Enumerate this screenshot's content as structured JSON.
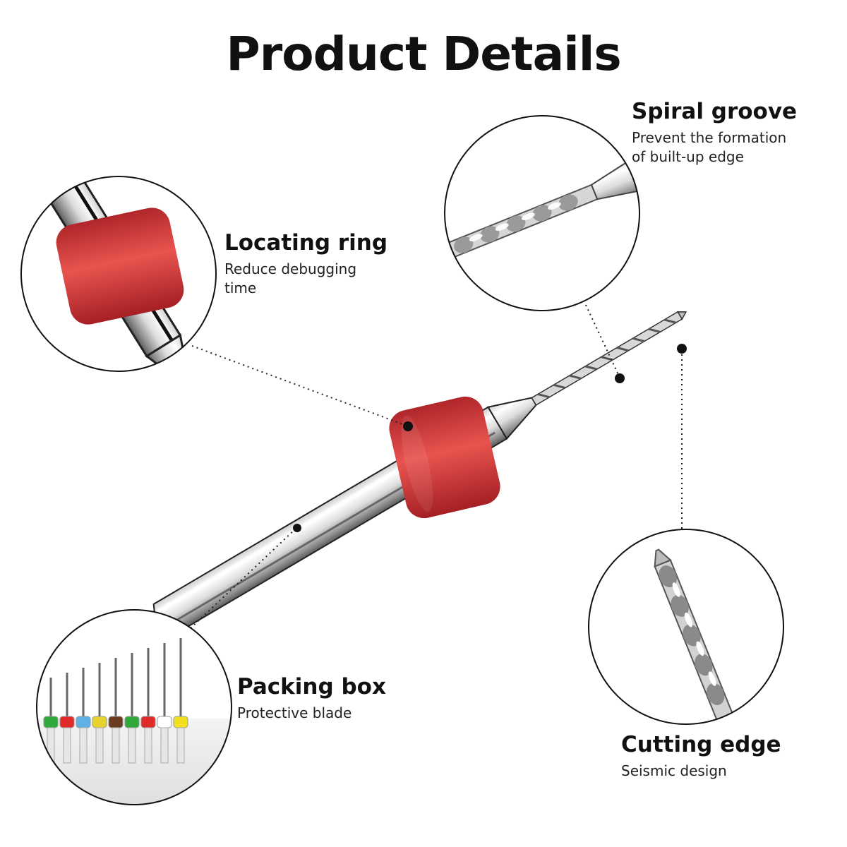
{
  "title": "Product Details",
  "features": [
    {
      "name": "Locating ring",
      "description_lines": [
        "Reduce debugging",
        "time"
      ]
    },
    {
      "name": "Spiral groove",
      "description_lines": [
        "Prevent the formation",
        "of built-up edge"
      ]
    },
    {
      "name": "Packing box",
      "description_lines": [
        "Protective blade"
      ]
    },
    {
      "name": "Cutting edge",
      "description_lines": [
        "Seismic design"
      ]
    }
  ],
  "colors": {
    "ring_red": "#d63a38",
    "ring_red_dark": "#a81e22",
    "steel_light": "#f2f2f2",
    "steel_dark": "#6f6f6f",
    "outline": "#111111"
  },
  "packing_box_cap_colors": [
    "#2faa3a",
    "#e12b2b",
    "#5fb1e8",
    "#e8d22f",
    "#6a3b1f",
    "#2faa3a",
    "#e12b2b",
    "#ffffff",
    "#f0e020"
  ]
}
